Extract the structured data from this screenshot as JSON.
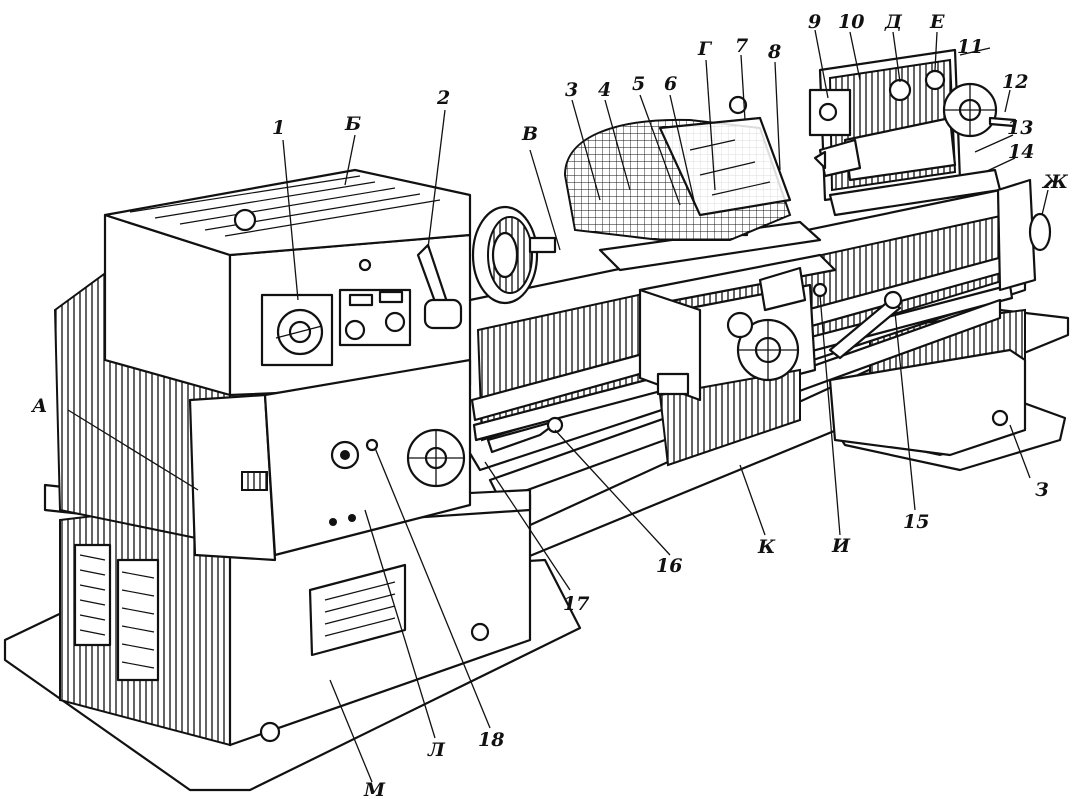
{
  "callouts": {
    "n1": "1",
    "n2": "2",
    "n3": "3",
    "n4": "4",
    "n5": "5",
    "n6": "6",
    "n7": "7",
    "n8": "8",
    "n9": "9",
    "n10": "10",
    "n11": "11",
    "n12": "12",
    "n13": "13",
    "n14": "14",
    "n15": "15",
    "n16": "16",
    "n17": "17",
    "n18": "18",
    "A": "А",
    "B": "Б",
    "V": "В",
    "G": "Г",
    "D": "Д",
    "E": "Е",
    "Zh": "Ж",
    "Z": "З",
    "I": "И",
    "K": "К",
    "L": "Л",
    "M": "М"
  },
  "icons": [
    "knob-icon",
    "handwheel-icon",
    "chuck-icon",
    "vent-icon"
  ]
}
